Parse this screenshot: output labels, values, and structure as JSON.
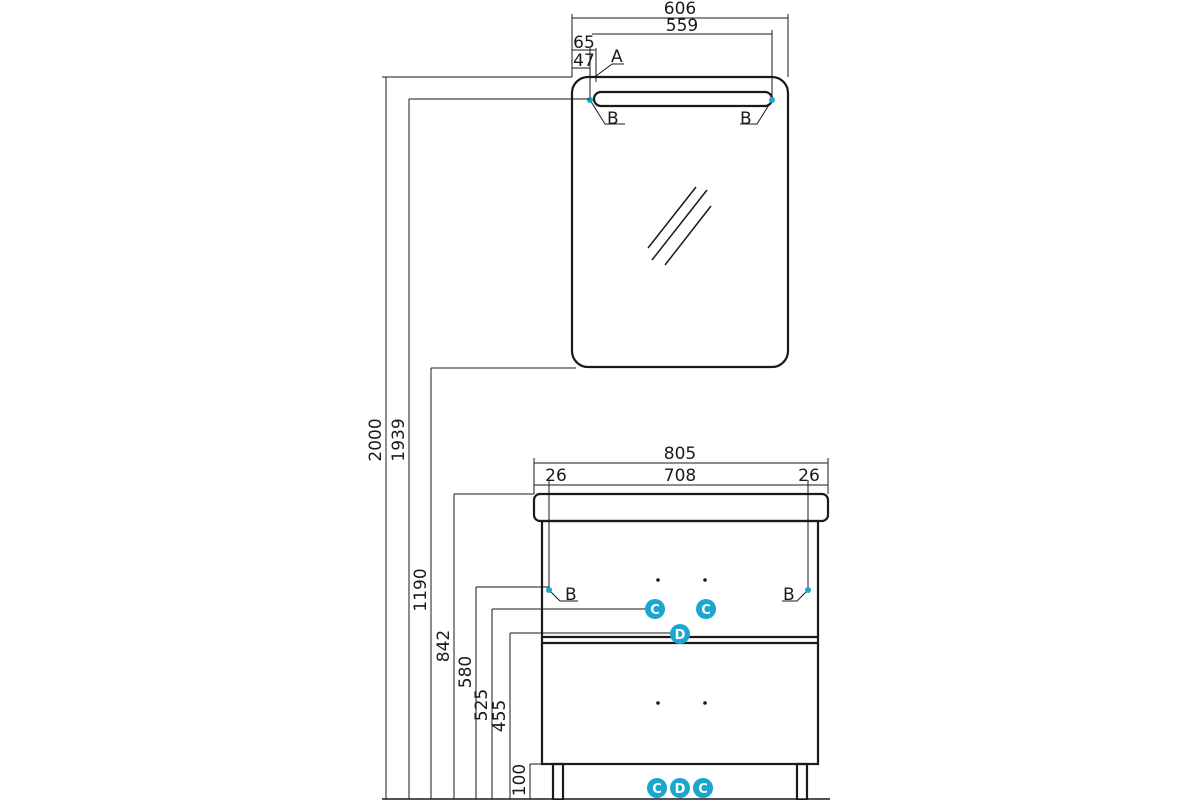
{
  "dimensions": {
    "mirror_total_width": "606",
    "mirror_inner_width": "559",
    "mirror_offset_a": "65",
    "mirror_offset_b": "47",
    "cabinet_total_width": "805",
    "cabinet_inner_width": "708",
    "cabinet_side_left": "26",
    "cabinet_side_right": "26",
    "height_total": "2000",
    "height_light": "1939",
    "height_mirror_bottom": "1190",
    "height_top": "842",
    "height_socket": "580",
    "height_pipe": "525",
    "height_drain": "455",
    "height_legs": "100"
  },
  "markers": {
    "a": "A",
    "b": "B",
    "c": "C",
    "d": "D"
  },
  "colors": {
    "line": "#1a1a1a",
    "marker": "#1aa6cf"
  }
}
